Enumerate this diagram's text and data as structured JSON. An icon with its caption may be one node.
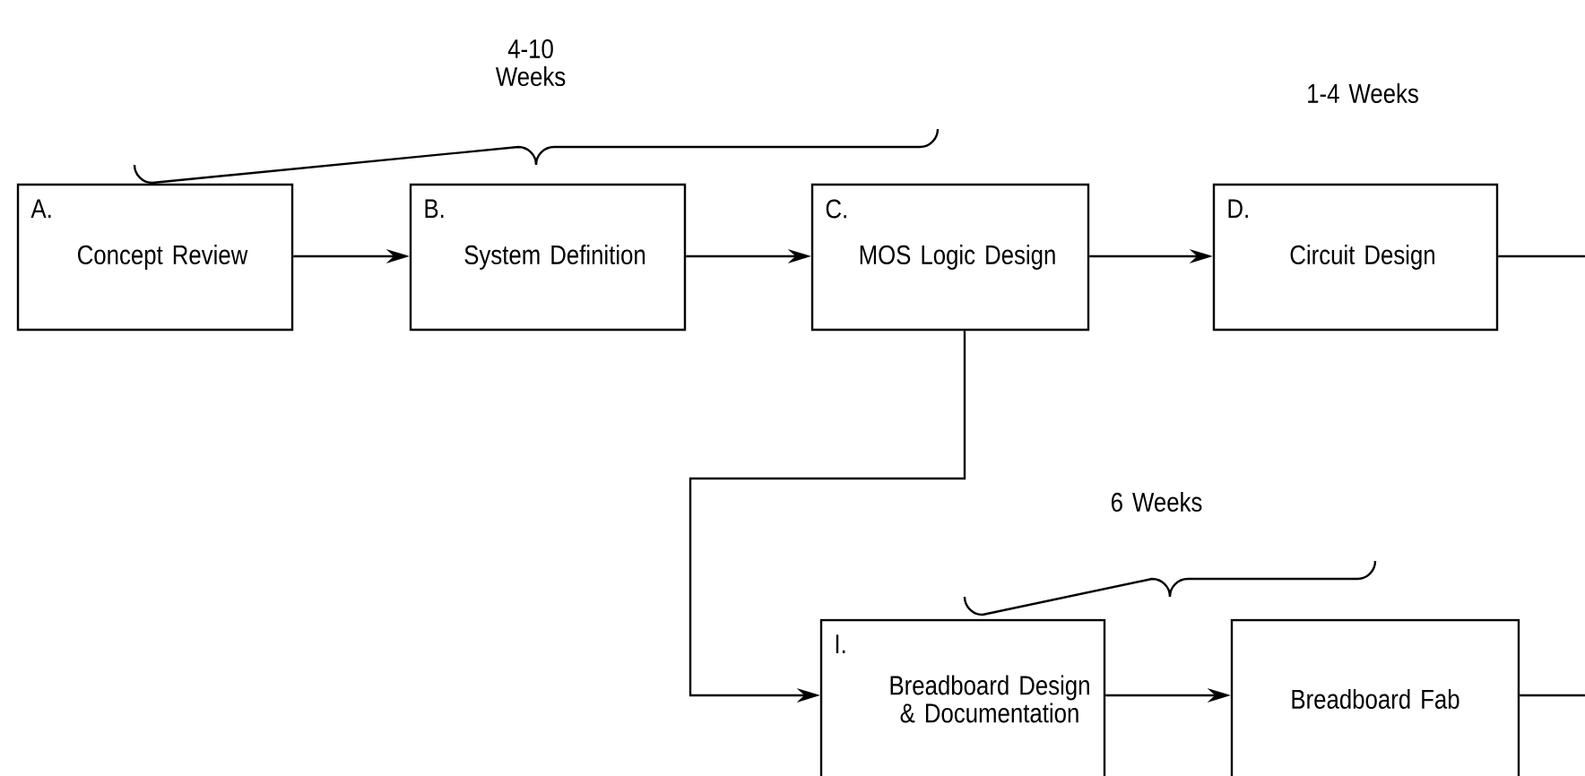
{
  "diagram": {
    "nodes": [
      {
        "text": [
          "A.",
          "Concept Review"
        ]
      },
      {
        "text": [
          "B.",
          "System Definition"
        ]
      },
      {
        "text": [
          "C.",
          "MOS Logic Design"
        ]
      },
      {
        "text": [
          "D.",
          "Circuit Design"
        ]
      },
      {
        "text": [
          "I.",
          "Breadboard Design & Documentation"
        ]
      },
      {
        "text": [
          "Breadboard Fab"
        ]
      }
    ],
    "edges": [
      {
        "from": 0,
        "to": 1,
        "arrow": "to"
      },
      {
        "from": 1,
        "to": 2,
        "arrow": "to"
      },
      {
        "from": 2,
        "to": 3,
        "arrow": "to"
      },
      {
        "from": 3,
        "to": null,
        "arrow": "none"
      },
      {
        "from": 2,
        "to": 4,
        "arrow": "to"
      },
      {
        "from": 4,
        "to": 5,
        "arrow": "to"
      },
      {
        "from": 5,
        "to": null,
        "arrow": "none"
      }
    ],
    "labels": [
      "4-10 Weeks",
      "1-4 Weeks",
      "6 Weeks"
    ]
  }
}
